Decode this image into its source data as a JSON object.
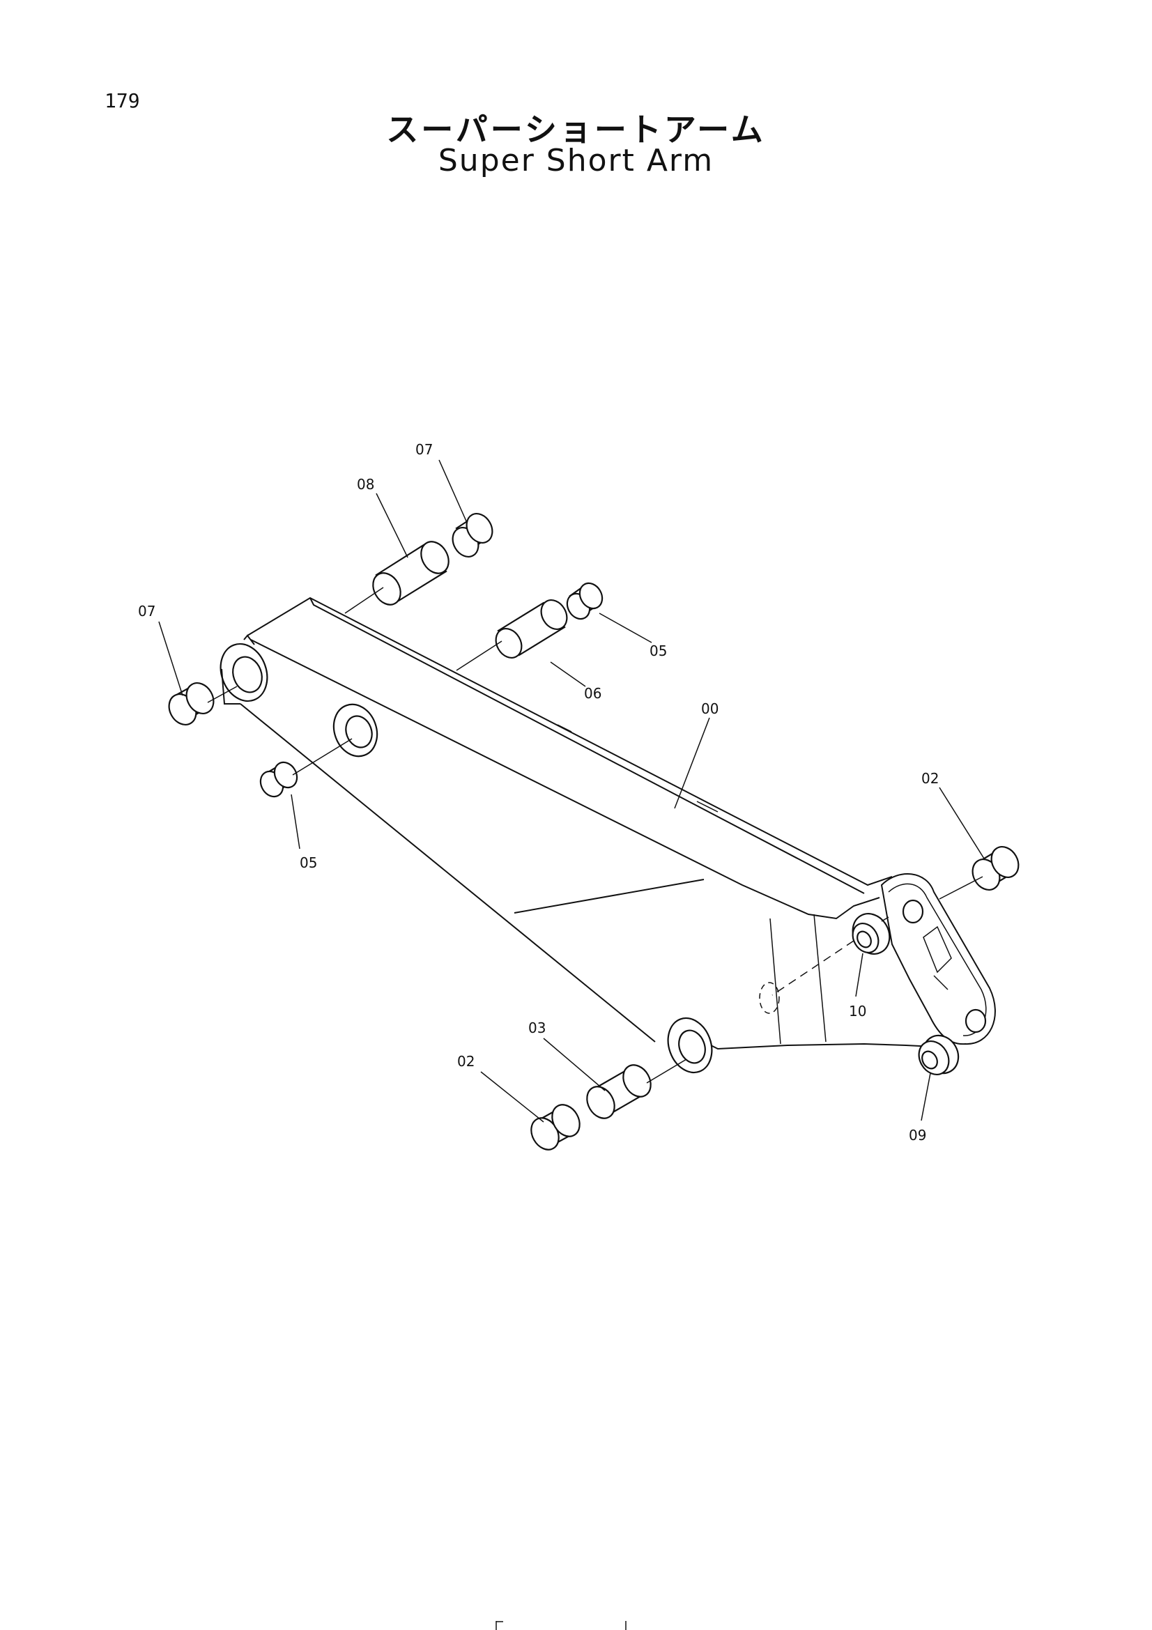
{
  "page": {
    "number": "179",
    "title_jp": "スーパーショートアーム",
    "title_en": "Super Short Arm"
  },
  "callouts": {
    "c00": "00",
    "c02a": "02",
    "c02b": "02",
    "c03": "03",
    "c05a": "05",
    "c05b": "05",
    "c06": "06",
    "c07a": "07",
    "c07b": "07",
    "c08": "08",
    "c09": "09",
    "c10": "10"
  }
}
